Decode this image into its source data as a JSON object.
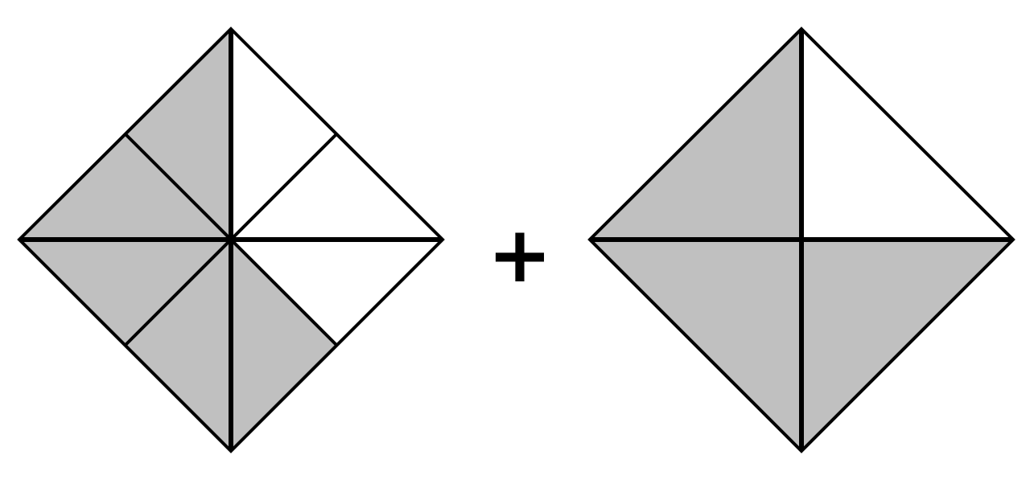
{
  "colors": {
    "shaded": "#c0c0c0",
    "unshaded": "#ffffff",
    "stroke": "#000000",
    "background": "#ffffff"
  },
  "operator": "+",
  "figures": [
    {
      "name": "left-diamond",
      "pieces": 8,
      "shaded_pieces": 5,
      "sectors": [
        {
          "name": "sector-top-left",
          "shaded": true
        },
        {
          "name": "sector-left-top",
          "shaded": true
        },
        {
          "name": "sector-left-bottom",
          "shaded": true
        },
        {
          "name": "sector-bottom-left",
          "shaded": true
        },
        {
          "name": "sector-bottom-right",
          "shaded": true
        },
        {
          "name": "sector-right-bottom",
          "shaded": false
        },
        {
          "name": "sector-right-top",
          "shaded": false
        },
        {
          "name": "sector-top-right",
          "shaded": false
        }
      ]
    },
    {
      "name": "right-diamond",
      "pieces": 4,
      "shaded_pieces": 3,
      "quadrants": [
        {
          "name": "quadrant-top-left",
          "shaded": true
        },
        {
          "name": "quadrant-bottom-left",
          "shaded": true
        },
        {
          "name": "quadrant-bottom-right",
          "shaded": true
        },
        {
          "name": "quadrant-top-right",
          "shaded": false
        }
      ]
    }
  ]
}
